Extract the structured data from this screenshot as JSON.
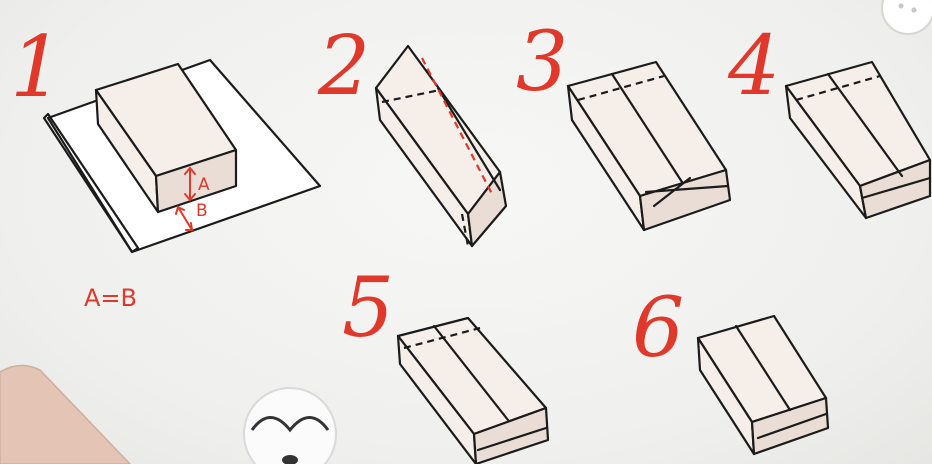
{
  "steps": [
    {
      "number": "1"
    },
    {
      "number": "2"
    },
    {
      "number": "3"
    },
    {
      "number": "4"
    },
    {
      "number": "5"
    },
    {
      "number": "6"
    }
  ],
  "annotations": {
    "label_a": "A",
    "label_b": "B",
    "equation": "A=B"
  },
  "colors": {
    "accent": "#e0392b",
    "ink": "#1b1b1b",
    "box_fill": "#f6eee9",
    "background": "#f1f1ef"
  }
}
